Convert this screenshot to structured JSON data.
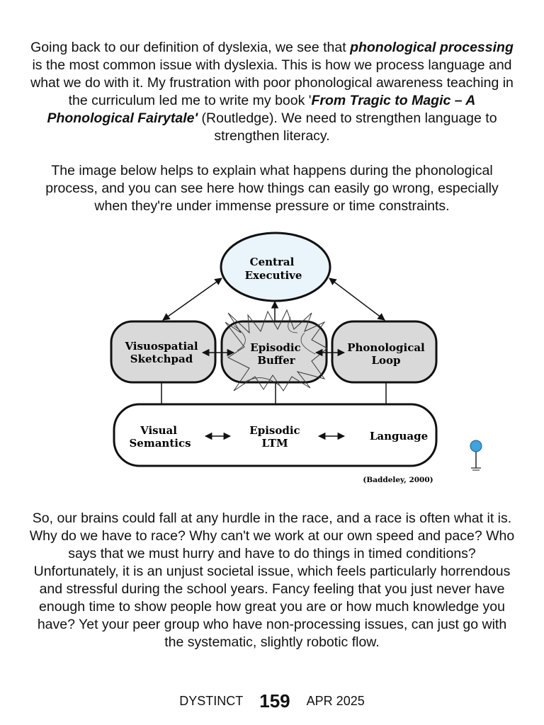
{
  "p1": {
    "a": "Going back to our definition of dyslexia, we see that ",
    "b": "phonological processing",
    "c": " is the most common issue with dyslexia. This is how we process language and what we do with it. My frustration with poor phonological awareness teaching in the curriculum led me to write my book '",
    "d": "From Tragic to Magic – A Phonological Fairytale'",
    "e": " (Routledge). We need to strengthen language to strengthen literacy."
  },
  "p2": "The image below helps to explain what happens during the phonological process, and you can see here how things can easily go wrong, especially when they're under immense pressure or time constraints.",
  "diagram": {
    "central_1": "Central",
    "central_2": "Executive",
    "visuo_1": "Visuospatial",
    "visuo_2": "Sketchpad",
    "episodic_1": "Episodic",
    "episodic_2": "Buffer",
    "phono_1": "Phonological",
    "phono_2": "Loop",
    "visual_1": "Visual",
    "visual_2": "Semantics",
    "ltm_1": "Episodic",
    "ltm_2": "LTM",
    "language": "Language",
    "citation": "(Baddeley, 2000)"
  },
  "p3": "So, our brains could fall at any hurdle in the race, and a race is often what it is. Why do we have to race? Why can't we work at our own speed and pace? Who says that we must hurry and have to do things in timed conditions? Unfortunately, it is an unjust societal issue, which feels particularly horrendous and stressful during the school years. Fancy feeling that you just never have enough time to show people how great you are or how much knowledge you have? Yet your peer group who have non-processing issues, can just go with the systematic, slightly robotic flow.",
  "footer": {
    "magazine": "DYSTINCT",
    "issue": "159",
    "date": "APR 2025"
  },
  "colors": {
    "central_fill": "#eaf4fb",
    "box_fill": "#d9d9d9",
    "pin": "#3fa3dc"
  }
}
